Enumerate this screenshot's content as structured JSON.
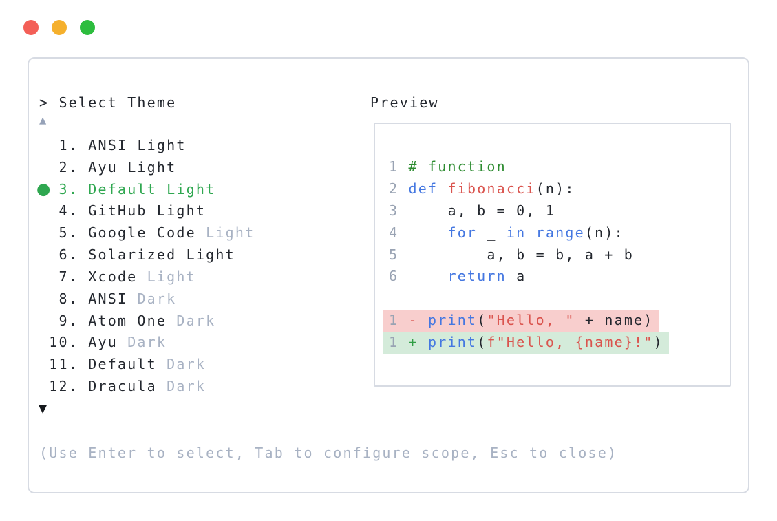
{
  "window": {
    "controls": [
      {
        "name": "close",
        "color": "#f35f57"
      },
      {
        "name": "minimize",
        "color": "#f5b02d"
      },
      {
        "name": "maximize",
        "color": "#2dbd3e"
      }
    ]
  },
  "theme_picker": {
    "prompt_symbol": ">",
    "title": "Select Theme",
    "scroll_up_indicator": "▲",
    "scroll_down_indicator": "▼",
    "selected_marker": "●",
    "items": [
      {
        "number": "1",
        "name": "ANSI",
        "variant": "Light",
        "variant_muted": false,
        "selected": false
      },
      {
        "number": "2",
        "name": "Ayu",
        "variant": "Light",
        "variant_muted": false,
        "selected": false
      },
      {
        "number": "3",
        "name": "Default",
        "variant": "Light",
        "variant_muted": false,
        "selected": true
      },
      {
        "number": "4",
        "name": "GitHub",
        "variant": "Light",
        "variant_muted": false,
        "selected": false
      },
      {
        "number": "5",
        "name": "Google Code",
        "variant": "Light",
        "variant_muted": true,
        "selected": false
      },
      {
        "number": "6",
        "name": "Solarized",
        "variant": "Light",
        "variant_muted": false,
        "selected": false
      },
      {
        "number": "7",
        "name": "Xcode",
        "variant": "Light",
        "variant_muted": true,
        "selected": false
      },
      {
        "number": "8",
        "name": "ANSI",
        "variant": "Dark",
        "variant_muted": true,
        "selected": false
      },
      {
        "number": "9",
        "name": "Atom One",
        "variant": "Dark",
        "variant_muted": true,
        "selected": false
      },
      {
        "number": "10",
        "name": "Ayu",
        "variant": "Dark",
        "variant_muted": true,
        "selected": false
      },
      {
        "number": "11",
        "name": "Default",
        "variant": "Dark",
        "variant_muted": true,
        "selected": false
      },
      {
        "number": "12",
        "name": "Dracula",
        "variant": "Dark",
        "variant_muted": true,
        "selected": false
      }
    ],
    "footer_hint": "(Use Enter to select, Tab to configure scope, Esc to close)"
  },
  "preview": {
    "title": "Preview",
    "code_lines": [
      {
        "num": "1",
        "tokens": [
          {
            "t": "# function",
            "c": "comment"
          }
        ]
      },
      {
        "num": "2",
        "tokens": [
          {
            "t": "def",
            "c": "keyword"
          },
          {
            "t": " ",
            "c": "plain"
          },
          {
            "t": "fibonacci",
            "c": "red"
          },
          {
            "t": "(n):",
            "c": "plain"
          }
        ]
      },
      {
        "num": "3",
        "tokens": [
          {
            "t": "    a, b = 0, 1",
            "c": "plain"
          }
        ]
      },
      {
        "num": "4",
        "tokens": [
          {
            "t": "    ",
            "c": "plain"
          },
          {
            "t": "for",
            "c": "keyword"
          },
          {
            "t": " _ ",
            "c": "plain"
          },
          {
            "t": "in",
            "c": "keyword"
          },
          {
            "t": " ",
            "c": "plain"
          },
          {
            "t": "range",
            "c": "keyword"
          },
          {
            "t": "(n):",
            "c": "plain"
          }
        ]
      },
      {
        "num": "5",
        "tokens": [
          {
            "t": "        a, b = b, a + b",
            "c": "plain"
          }
        ]
      },
      {
        "num": "6",
        "tokens": [
          {
            "t": "    ",
            "c": "plain"
          },
          {
            "t": "return",
            "c": "keyword"
          },
          {
            "t": " a",
            "c": "plain"
          }
        ]
      },
      {
        "spacer": true
      },
      {
        "num": "1",
        "sign": "-",
        "sign_color": "red",
        "bg": "removed",
        "tokens": [
          {
            "t": "print",
            "c": "keyword"
          },
          {
            "t": "(",
            "c": "plain"
          },
          {
            "t": "\"Hello, \"",
            "c": "red"
          },
          {
            "t": " + name)",
            "c": "plain"
          }
        ]
      },
      {
        "num": "1",
        "sign": "+",
        "sign_color": "plus",
        "bg": "added",
        "tokens": [
          {
            "t": "print",
            "c": "keyword"
          },
          {
            "t": "(",
            "c": "plain"
          },
          {
            "t": "f\"Hello, {name}!\"",
            "c": "red"
          },
          {
            "t": ")",
            "c": "plain"
          }
        ]
      }
    ]
  },
  "colors": {
    "text": "#23272e",
    "muted": "#a8b2c3",
    "line_number": "#99a3b3",
    "selected_green": "#2fa750",
    "comment_green": "#2e8c31",
    "keyword_blue": "#4477e1",
    "red": "#da544e",
    "plus_green": "#2f9e44",
    "diff_removed_bg": "#f8cecd",
    "diff_added_bg": "#d4ebda",
    "border": "#d7dbe3",
    "dot_red": "#f35f57",
    "dot_yellow": "#f5b02d",
    "dot_green": "#2dbd3e"
  }
}
